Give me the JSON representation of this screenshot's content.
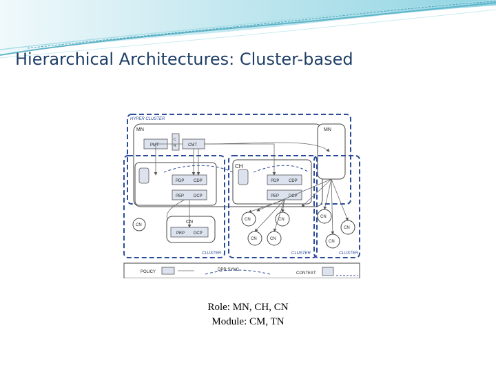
{
  "slide": {
    "title": "Hierarchical Architectures: Cluster-based",
    "caption_line1": "Role: MN, CH, CN",
    "caption_line2": "Module: CM, TN"
  },
  "diagram": {
    "hyper_cluster_label": "HYPER CLUSTER",
    "mn_label": "MN",
    "mn_right_label": "MN",
    "pmt_label": "PMT",
    "cr_label": "C\nR",
    "cmt_label": "CMT",
    "ch_label": "CH",
    "pdp_label": "PDP",
    "cdp_label": "CDP",
    "pep_label": "PEP",
    "dcp_label": "DCP",
    "cn_label": "CN",
    "cluster_label": "CLUSTER",
    "legend_policy": "POLICY",
    "legend_dpr_sync": "DPR SYNC",
    "legend_context": "CONTEXT"
  },
  "colors": {
    "title": "#1f3f66",
    "dashed_border": "#2a4a9a",
    "box_fill": "#dde3ee",
    "banner_teal": "#7cc8d8"
  }
}
